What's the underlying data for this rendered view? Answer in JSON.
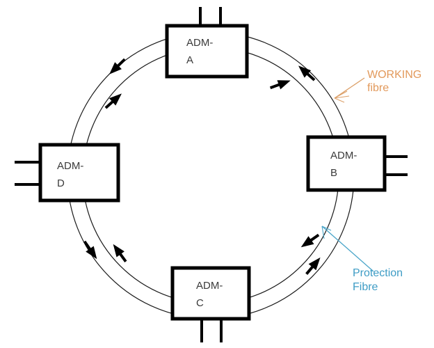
{
  "nodes": [
    {
      "id": "adm-a",
      "line1": "ADM-",
      "line2": "A"
    },
    {
      "id": "adm-b",
      "line1": "ADM-",
      "line2": "B"
    },
    {
      "id": "adm-c",
      "line1": "ADM-",
      "line2": "C"
    },
    {
      "id": "adm-d",
      "line1": "ADM-",
      "line2": "D"
    }
  ],
  "annotations": {
    "working": {
      "line1": "WORKING",
      "line2": "fibre",
      "color": "#E2995B"
    },
    "protection": {
      "line1": "Protection",
      "line2": "Fibre",
      "color": "#3E9CC5"
    }
  },
  "rings": {
    "outer": {
      "label": "WORKING fibre",
      "direction": "counterclockwise"
    },
    "inner": {
      "label": "Protection Fibre",
      "direction": "clockwise"
    }
  },
  "colors": {
    "background": "#FFFFFF",
    "line": "#000000",
    "node_text": "#3A3A3A"
  }
}
